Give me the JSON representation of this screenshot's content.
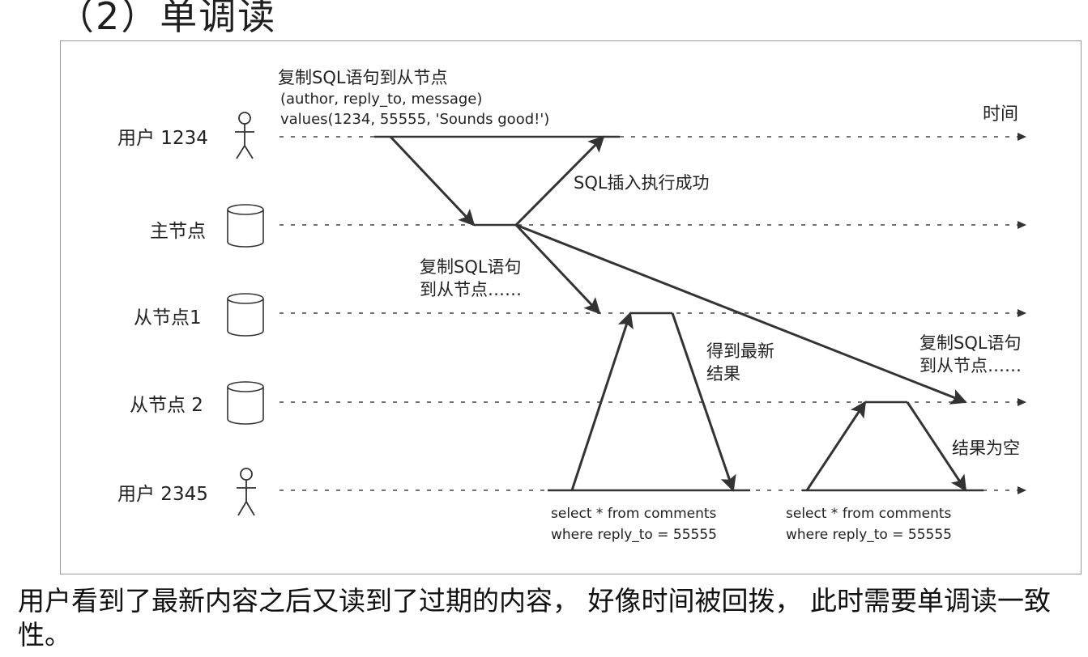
{
  "heading": "（2）单调读",
  "diagram": {
    "time_label": "时间",
    "lanes": [
      {
        "label": "用户 1234",
        "kind": "user"
      },
      {
        "label": "主节点",
        "kind": "db"
      },
      {
        "label": "从节点1",
        "kind": "db"
      },
      {
        "label": "从节点 2",
        "kind": "db"
      },
      {
        "label": "用户 2345",
        "kind": "user"
      }
    ],
    "annotations": {
      "write_line1": "复制SQL语句到从节点",
      "write_line2": "(author, reply_to, message)",
      "write_line3": "values(1234, 55555, 'Sounds good!')",
      "insert_ok": "SQL插入执行成功",
      "repl1_line1": "复制SQL语句",
      "repl1_line2": "到从节点……",
      "got_latest_line1": "得到最新",
      "got_latest_line2": "结果",
      "repl2_line1": "复制SQL语句",
      "repl2_line2": "到从节点……",
      "empty_result": "结果为空",
      "query1_line1": "select * from comments",
      "query1_line2": "where reply_to = 55555",
      "query2_line1": "select * from comments",
      "query2_line2": "where reply_to = 55555"
    }
  },
  "caption": "用户看到了最新内容之后又读到了过期的内容， 好像时间被回拨， 此时需要单调读一致性。"
}
